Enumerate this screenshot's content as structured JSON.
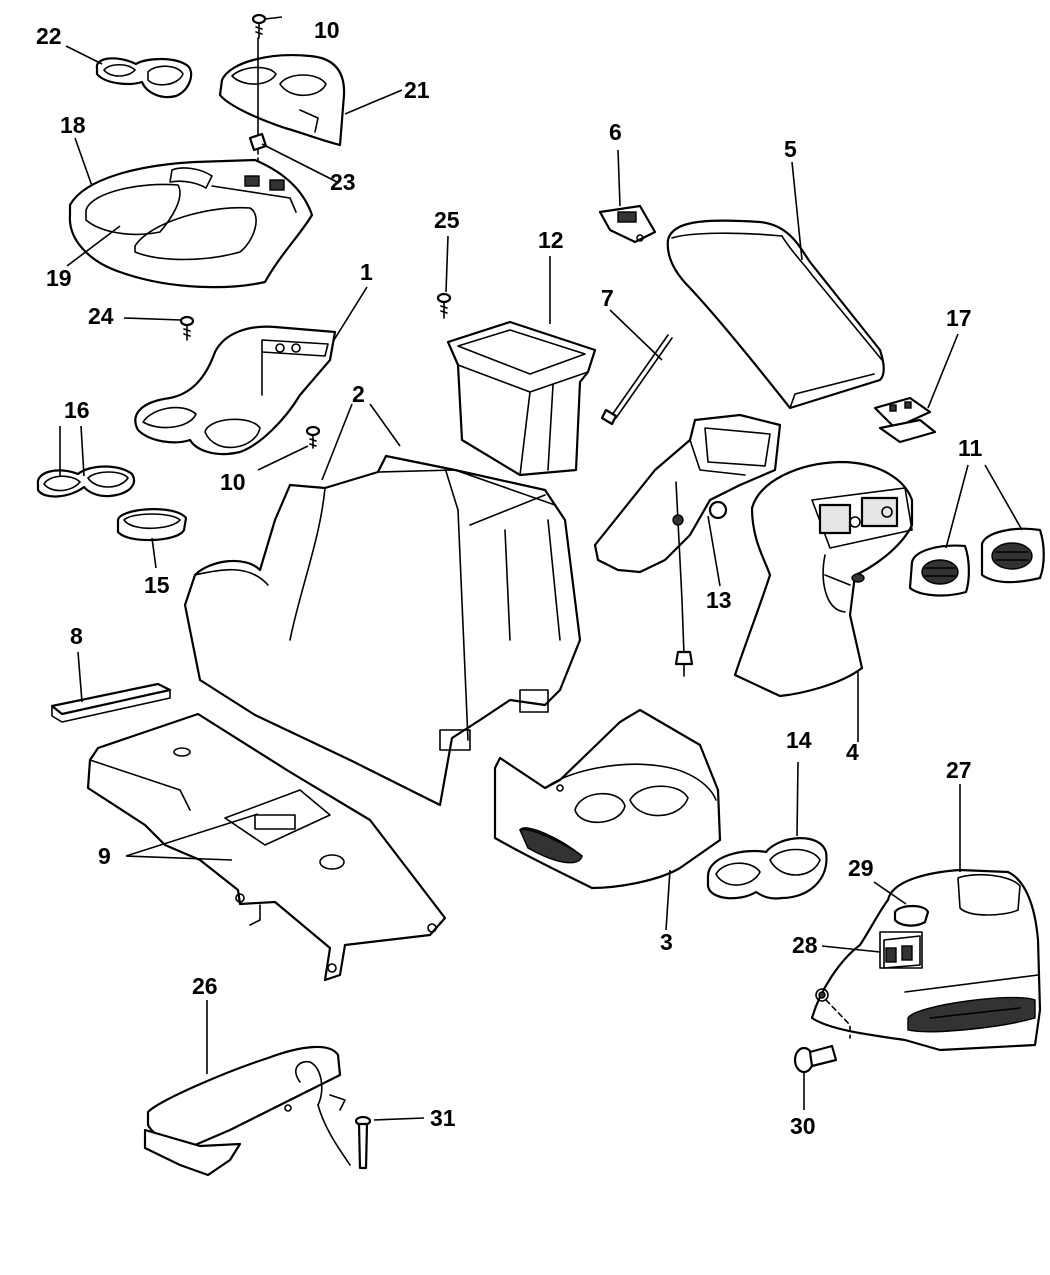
{
  "callouts": {
    "c1": "1",
    "c2": "2",
    "c3": "3",
    "c4": "4",
    "c5": "5",
    "c6": "6",
    "c7": "7",
    "c8": "8",
    "c9": "9",
    "c10a": "10",
    "c10b": "10",
    "c11": "11",
    "c12": "12",
    "c13": "13",
    "c14": "14",
    "c15": "15",
    "c16": "16",
    "c17": "17",
    "c18": "18",
    "c19": "19",
    "c21": "21",
    "c22": "22",
    "c23": "23",
    "c24": "24",
    "c25": "25",
    "c26": "26",
    "c27": "27",
    "c28": "28",
    "c29": "29",
    "c30": "30",
    "c31": "31"
  }
}
